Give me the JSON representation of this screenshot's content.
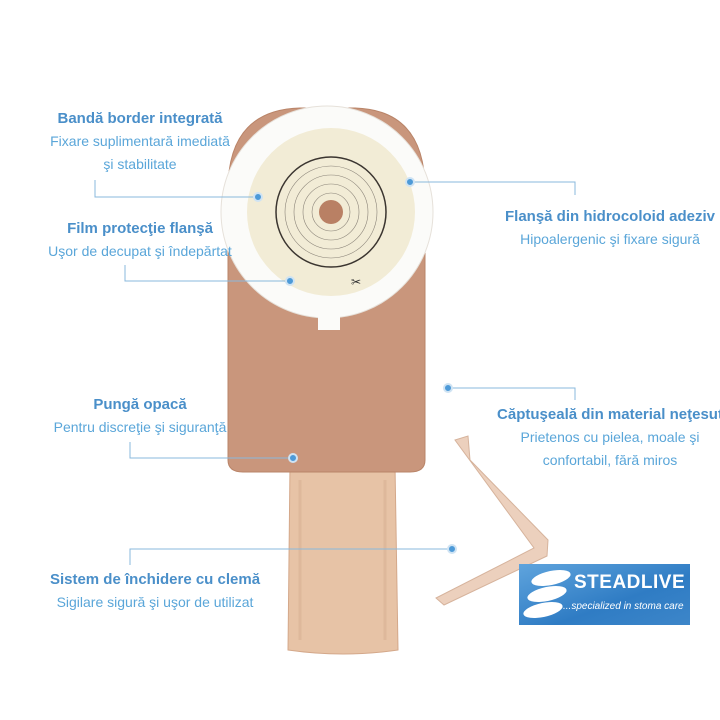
{
  "annotations": [
    {
      "title": "Bandă border integrată",
      "lines": [
        "Fixare suplimentară imediată",
        "şi stabilitate"
      ]
    },
    {
      "title": "Film protecţie flanşă",
      "lines": [
        "Uşor de decupat şi îndepărtat"
      ]
    },
    {
      "title": "Flanşă din hidrocoloid adeziv",
      "lines": [
        "Hipoalergenic şi fixare sigură"
      ]
    },
    {
      "title": "Pungă opacă",
      "lines": [
        "Pentru discreţie şi siguranţă"
      ]
    },
    {
      "title": "Căptuşeală din material neţesut",
      "lines": [
        "Prietenos cu pielea, moale şi",
        "confortabil, fără miros"
      ]
    },
    {
      "title": "Sistem de închidere cu clemă",
      "lines": [
        "Sigilare sigură şi uşor de utilizat"
      ]
    }
  ],
  "logo": {
    "name": "STEADLIVE",
    "tagline": "...specialized in stoma care"
  },
  "colors": {
    "title": "#4a8fc9",
    "subtitle": "#5aa6d9",
    "pouch": "#c9967c",
    "logo_bg": "#3a84c8"
  }
}
